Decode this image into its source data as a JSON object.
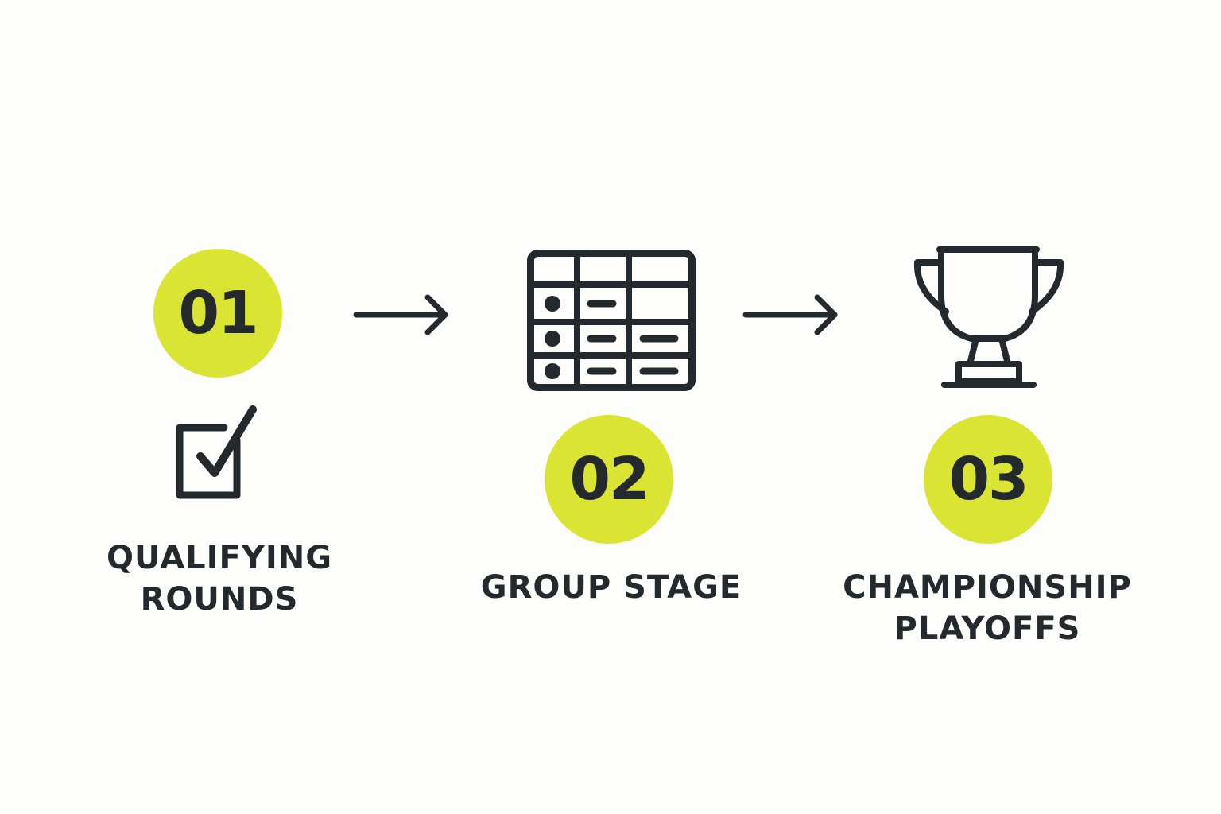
{
  "colors": {
    "accent": "#d9e532",
    "ink": "#24292d",
    "background": "#fdfdfb"
  },
  "stages": [
    {
      "number": "01",
      "icon": "checkbox-check-icon",
      "label_lines": [
        "QUALIFYING",
        "ROUNDS"
      ]
    },
    {
      "number": "02",
      "icon": "standings-table-icon",
      "label_lines": [
        "GROUP STAGE"
      ]
    },
    {
      "number": "03",
      "icon": "trophy-icon",
      "label_lines": [
        "CHAMPIONSHIP",
        "PLAYOFFS"
      ]
    }
  ],
  "connectors": [
    "arrow-right-icon",
    "arrow-right-icon"
  ]
}
